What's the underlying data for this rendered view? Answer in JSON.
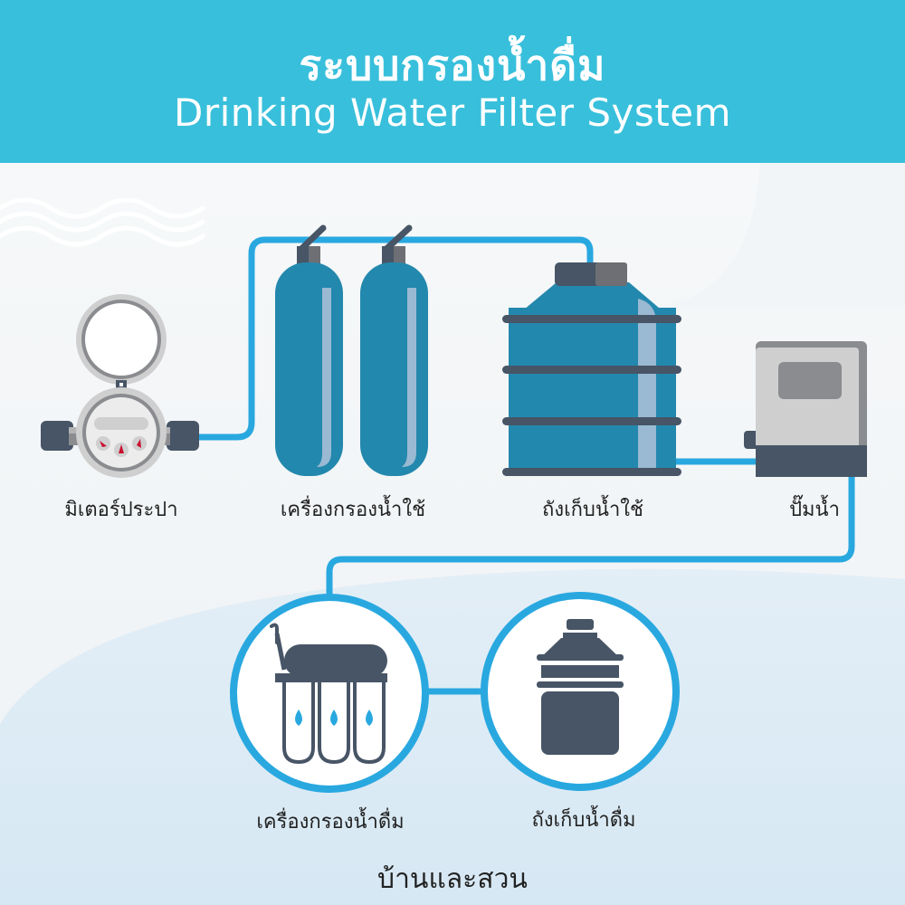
{
  "header": {
    "title_th": "ระบบกรองน้ำดื่ม",
    "title_en": "Drinking Water Filter System"
  },
  "colors": {
    "header_bg": "#38bfdb",
    "pipe": "#29a8e0",
    "tank_blue": "#2388ad",
    "dark_slate": "#475566",
    "gray": "#8a8c8f",
    "light_gray": "#cfcfd0",
    "highlight": "#9ab9d2"
  },
  "diagram": {
    "nodes": [
      {
        "id": "water-meter",
        "label": "มิเตอร์ประปา",
        "icon": "water-meter-icon"
      },
      {
        "id": "water-filters",
        "label": "เครื่องกรองน้ำใช้",
        "icon": "filter-tanks-icon"
      },
      {
        "id": "storage-tank",
        "label": "ถังเก็บน้ำใช้",
        "icon": "storage-tank-icon"
      },
      {
        "id": "water-pump",
        "label": "ปั๊มน้ำ",
        "icon": "water-pump-icon"
      },
      {
        "id": "drinking-filter",
        "label": "เครื่องกรองน้ำดื่ม",
        "icon": "ro-filter-icon"
      },
      {
        "id": "drinking-tank",
        "label": "ถังเก็บน้ำดื่ม",
        "icon": "water-bottle-icon"
      }
    ],
    "flow": [
      "water-meter",
      "water-filters",
      "storage-tank",
      "water-pump",
      "drinking-filter",
      "drinking-tank"
    ],
    "footer_label": "บ้านและสวน"
  }
}
